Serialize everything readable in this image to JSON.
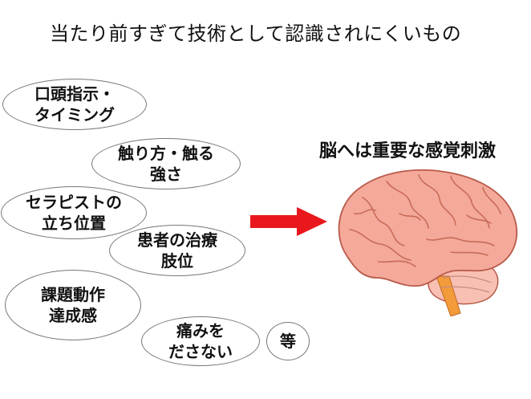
{
  "title": "当たり前すぎて技術として認識されにくいもの",
  "bubbles": [
    {
      "line1": "口頭指示・",
      "line2": "タイミング"
    },
    {
      "line1": "触り方・触る",
      "line2": "強さ"
    },
    {
      "line1": "セラピストの",
      "line2": "立ち位置"
    },
    {
      "line1": "患者の治療",
      "line2": "肢位"
    },
    {
      "line1": "課題動作",
      "line2": "達成感"
    },
    {
      "line1": "痛みを",
      "line2": "ださない"
    },
    {
      "line1": "等"
    }
  ],
  "result_label": "脳へは重要な感覚刺激",
  "colors": {
    "arrow": "#e8181c",
    "brain": "#f4a99a",
    "brain_outline": "#b85a4a",
    "cerebellum": "#f8c0b3",
    "stem": "#f39a3a"
  },
  "icons": {
    "arrow": "right-arrow-icon",
    "brain": "brain-icon"
  }
}
